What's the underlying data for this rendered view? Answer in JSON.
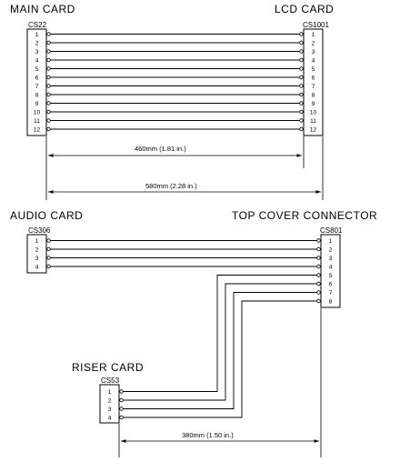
{
  "harness_top": {
    "left_card": "MAIN CARD",
    "left_connector": "CS22",
    "right_card": "LCD CARD",
    "right_connector": "CS1001",
    "pins": [
      "1",
      "2",
      "3",
      "4",
      "5",
      "6",
      "7",
      "8",
      "9",
      "10",
      "11",
      "12"
    ],
    "dim_inner": "460mm (1.81 in.)",
    "dim_outer": "580mm (2.28 in.)"
  },
  "harness_bottom": {
    "left_card": "AUDIO CARD",
    "left_connector": "CS306",
    "left_pins": [
      "1",
      "2",
      "3",
      "4"
    ],
    "right_card": "TOP COVER CONNECTOR",
    "right_connector": "CS801",
    "right_pins": [
      "1",
      "2",
      "3",
      "4",
      "5",
      "6",
      "7",
      "8"
    ],
    "riser_card": "RISER CARD",
    "riser_connector": "CS53",
    "riser_pins": [
      "1",
      "2",
      "3",
      "4"
    ],
    "dim": "380mm (1.50 in.)"
  }
}
